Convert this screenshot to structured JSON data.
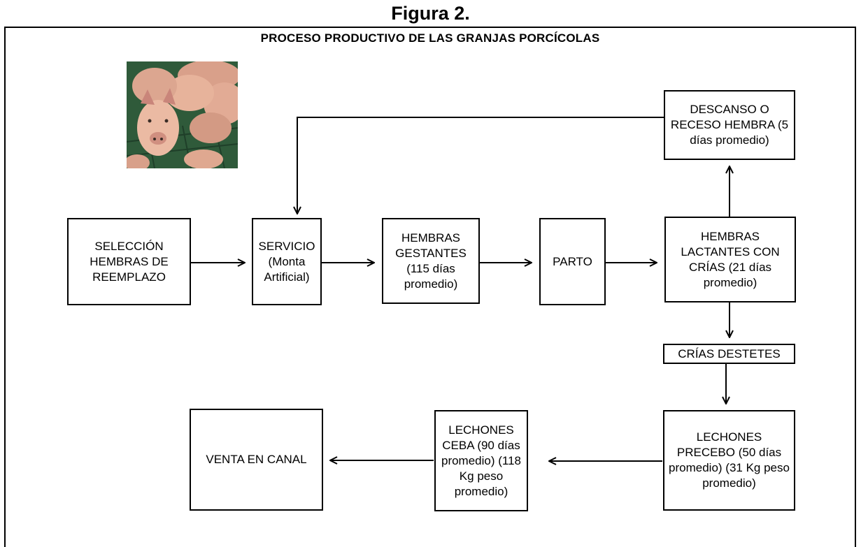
{
  "figure_label": "Figura 2.",
  "diagram": {
    "title": "PROCESO PRODUCTIVO DE LAS GRANJAS PORCÍCOLAS",
    "nodes": {
      "seleccion": "SELECCIÓN HEMBRAS DE REEMPLAZO",
      "servicio": "SERVICIO (Monta Artificial)",
      "gestantes": "HEMBRAS GESTANTES (115 días promedio)",
      "parto": "PARTO",
      "lactantes": "HEMBRAS LACTANTES CON CRÍAS (21 días promedio)",
      "descanso": "DESCANSO O RECESO HEMBRA (5 días promedio)",
      "destetes": "CRÍAS DESTETES",
      "precebo": "LECHONES PRECEBO (50 días promedio) (31 Kg peso promedio)",
      "ceba": "LECHONES CEBA (90 días promedio) (118 Kg peso promedio)",
      "venta": "VENTA EN CANAL"
    },
    "edges": [
      [
        "seleccion",
        "servicio"
      ],
      [
        "servicio",
        "gestantes"
      ],
      [
        "gestantes",
        "parto"
      ],
      [
        "parto",
        "lactantes"
      ],
      [
        "lactantes",
        "descanso"
      ],
      [
        "descanso",
        "servicio"
      ],
      [
        "lactantes",
        "destetes"
      ],
      [
        "destetes",
        "precebo"
      ],
      [
        "precebo",
        "ceba"
      ],
      [
        "ceba",
        "venta"
      ]
    ],
    "photo": {
      "icon": "pigs-photo",
      "colors": {
        "floor": "#2f5a3a",
        "pig": "#e7b39b",
        "shadow": "#a86d59",
        "dark": "#3a2c26"
      }
    }
  }
}
